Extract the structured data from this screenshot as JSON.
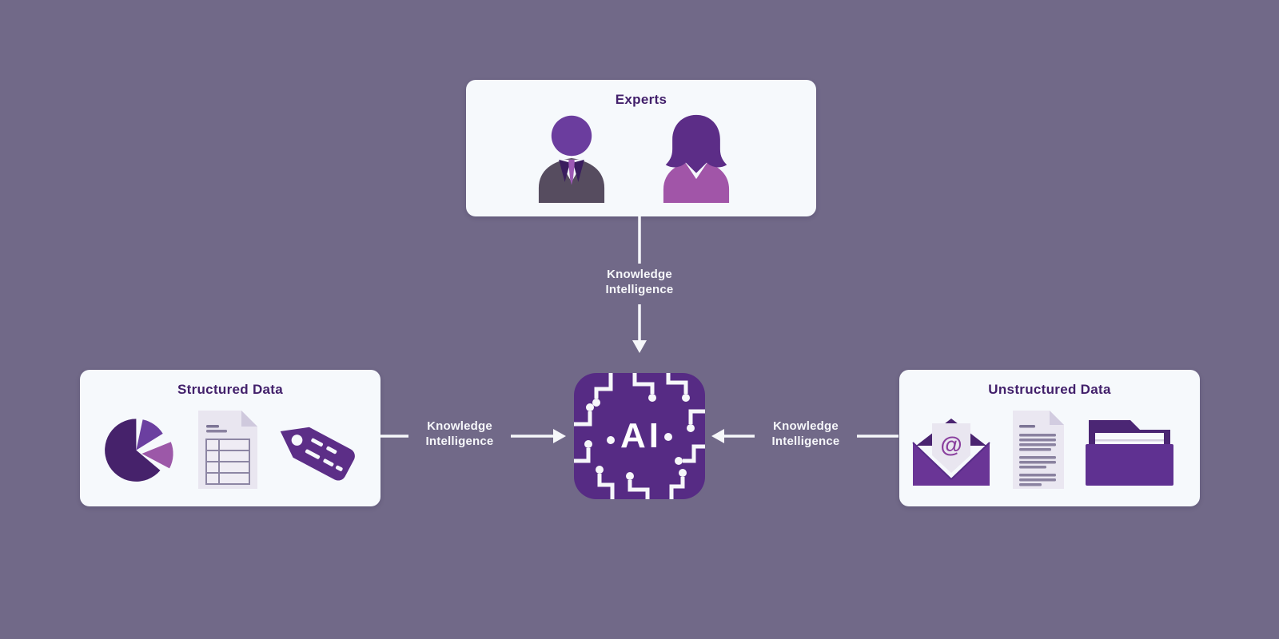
{
  "diagram": {
    "nodes": {
      "experts": {
        "label": "Experts",
        "icons": [
          "businessman-icon",
          "businesswoman-icon"
        ]
      },
      "structured_data": {
        "label": "Structured Data",
        "icons": [
          "pie-chart-icon",
          "spreadsheet-icon",
          "tag-icon"
        ]
      },
      "unstructured_data": {
        "label": "Unstructured Data",
        "icons": [
          "email-icon",
          "text-document-icon",
          "folder-icon"
        ]
      },
      "ai": {
        "label": "AI",
        "icon": "ai-chip-icon"
      }
    },
    "edges": [
      {
        "from": "experts",
        "to": "ai",
        "label": "Knowledge Intelligence",
        "direction": "down"
      },
      {
        "from": "structured_data",
        "to": "ai",
        "label": "Knowledge Intelligence",
        "direction": "right"
      },
      {
        "from": "unstructured_data",
        "to": "ai",
        "label": "Knowledge Intelligence",
        "direction": "left"
      }
    ],
    "colors": {
      "background": "#716988",
      "card_background": "#f6f9fc",
      "title_text": "#42206b",
      "arrow": "#f6f7fa",
      "chip": "#562b84",
      "purple_dark": "#46226b",
      "purple_mid": "#6b3fa0",
      "purple_light": "#9c58a8",
      "suit_gray": "#564c5f",
      "paper": "#e9e6f0"
    }
  }
}
